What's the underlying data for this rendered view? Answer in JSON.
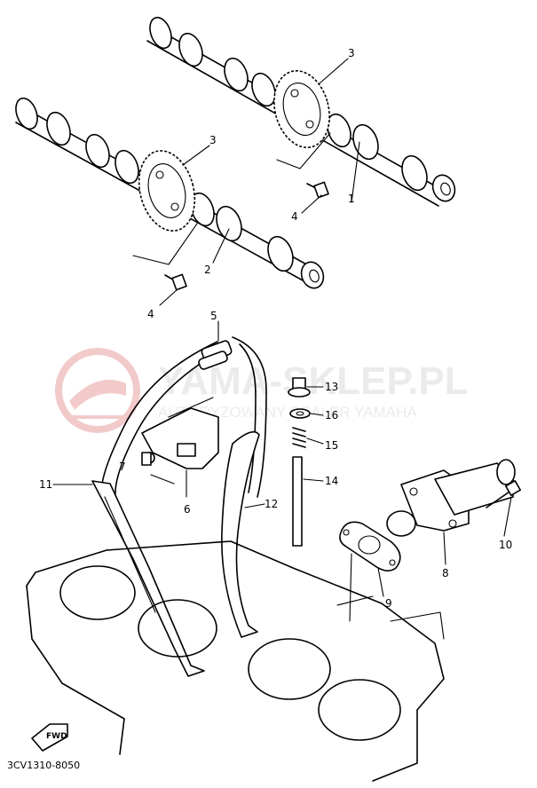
{
  "watermark": {
    "site": "YAMA-SKLEP.PL",
    "tagline": "AUTORYZOWANY DEALER YAMAHA",
    "color": "#e8a0a0"
  },
  "drawing_code": "3CV1310-8050",
  "fwd_label": "FWD",
  "callouts": {
    "c1": "1",
    "c2": "2",
    "c3a": "3",
    "c3b": "3",
    "c4a": "4",
    "c4b": "4",
    "c5": "5",
    "c6": "6",
    "c7": "7",
    "c8": "8",
    "c9": "9",
    "c10": "10",
    "c11": "11",
    "c12": "12",
    "c13": "13",
    "c14": "14",
    "c15": "15",
    "c16": "16"
  }
}
